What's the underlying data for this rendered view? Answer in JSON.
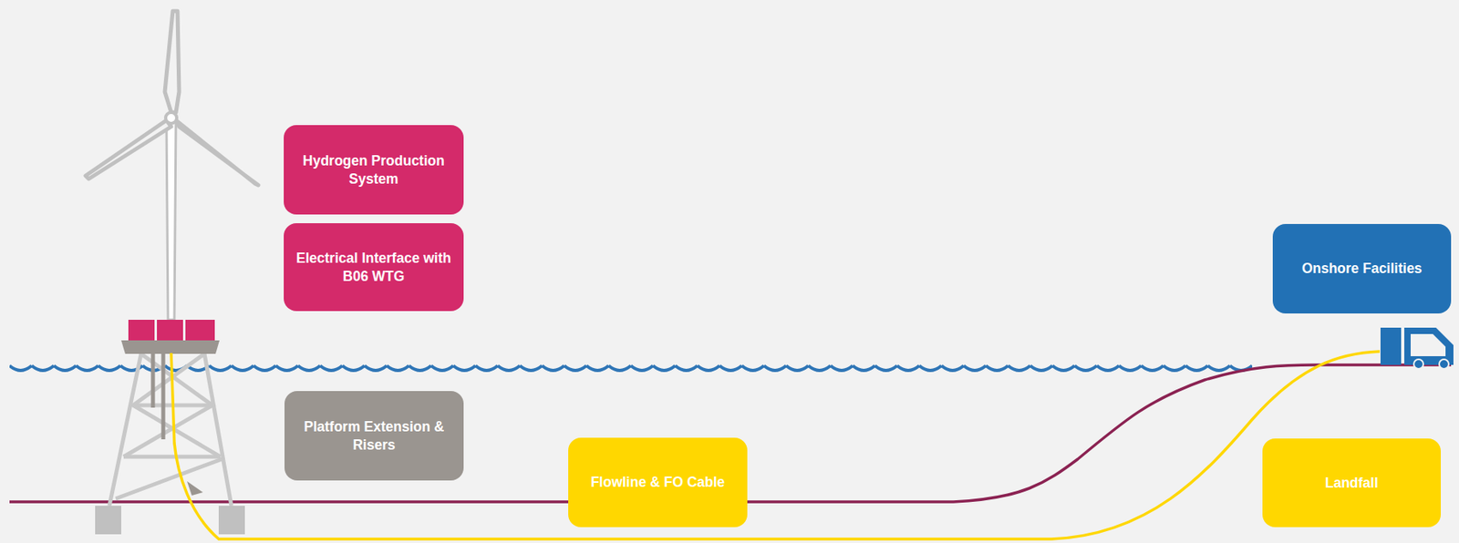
{
  "diagram": {
    "nodes": [
      {
        "text": [
          "Hydrogen Production System"
        ]
      },
      {
        "text": [
          "Electrical Interface with B06 WTG"
        ]
      },
      {
        "text": [
          "Platform Extension & Risers"
        ]
      },
      {
        "text": [
          "Flowline & FO Cable"
        ]
      },
      {
        "text": [
          "Onshore Facilities"
        ]
      },
      {
        "text": [
          "Landfall"
        ]
      }
    ]
  }
}
